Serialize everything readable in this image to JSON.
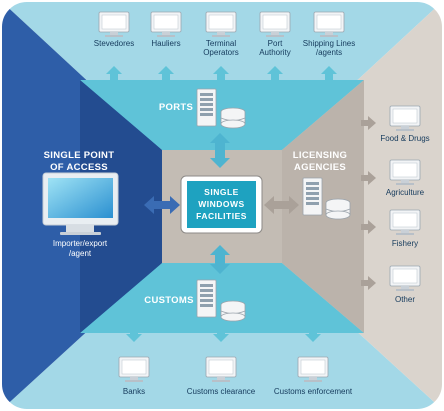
{
  "center": {
    "line1": "SINGLE",
    "line2": "WINDOWS",
    "line3": "FACILITIES"
  },
  "left": {
    "title1": "SINGLE POINT",
    "title2": "OF ACCESS",
    "caption1": "Importer/export",
    "caption2": "/agent"
  },
  "ports": {
    "title": "PORTS"
  },
  "customs": {
    "title": "CUSTOMS"
  },
  "licensing": {
    "title1": "LICENSING",
    "title2": "AGENCIES"
  },
  "top_items": [
    {
      "line1": "Stevedores",
      "line2": ""
    },
    {
      "line1": "Hauliers",
      "line2": ""
    },
    {
      "line1": "Terminal",
      "line2": "Operators"
    },
    {
      "line1": "Port",
      "line2": "Authority"
    },
    {
      "line1": "Shipping Lines",
      "line2": "/agents"
    }
  ],
  "bottom_items": [
    {
      "label": "Banks"
    },
    {
      "label": "Customs clearance"
    },
    {
      "label": "Customs enforcement"
    }
  ],
  "right_items": [
    {
      "label": "Food & Drugs"
    },
    {
      "label": "Agriculture"
    },
    {
      "label": "Fishery"
    },
    {
      "label": "Other"
    }
  ],
  "colors": {
    "dark_blue": "#2d5da6",
    "light_blue": "#9fd5e5",
    "mid_blue": "#5cc1d6",
    "grey": "#d9d3cc",
    "center_grey": "#bdb6ae",
    "teal": "#22a3bf"
  }
}
